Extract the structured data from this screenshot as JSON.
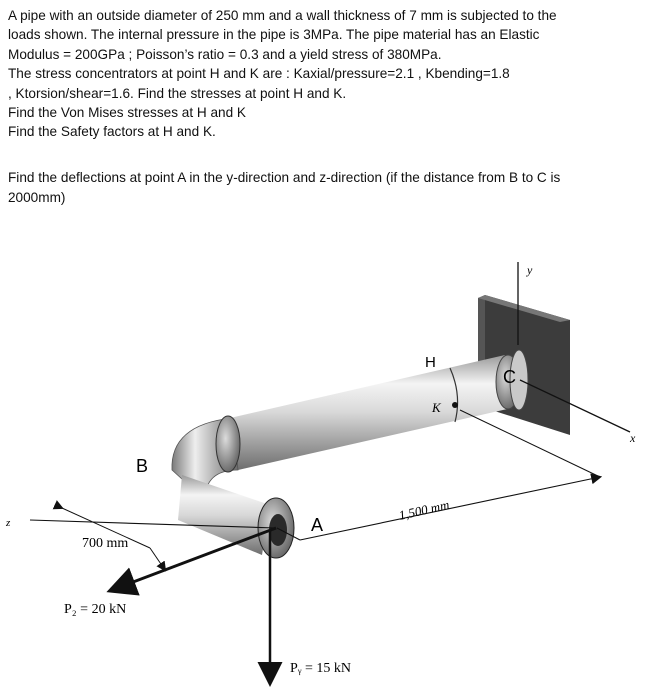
{
  "problem": {
    "lines": [
      "A pipe with an outside diameter of 250 mm and a wall thickness of 7 mm is subjected to the",
      "loads shown. The internal pressure in the pipe is 3MPa. The pipe material has an Elastic",
      "Modulus = 200GPa ; Poisson’s ratio = 0.3 and a yield stress of 380MPa.",
      "The stress concentrators at point H and K are : Kaxial/pressure=2.1 , Kbending=1.8",
      " , Ktorsion/shear=1.6. Find the stresses at point H and K.",
      "Find the Von Mises stresses at H and K",
      "Find the Safety factors at H and K."
    ],
    "deflection_lines": [
      "Find the deflections at point A in the y-direction and z-direction (if the distance from B to C is",
      "2000mm)"
    ]
  },
  "figure": {
    "axis_y": "y",
    "axis_x": "x",
    "axis_z": "z",
    "label_H": "H",
    "label_K": "K",
    "label_C": "C",
    "label_B": "B",
    "label_A": "A",
    "dim_700": "700 mm",
    "dim_1500": "1,500 mm",
    "force_pz": "P₂ = 20 kN",
    "force_py": "Pᵧ = 15 kN"
  }
}
